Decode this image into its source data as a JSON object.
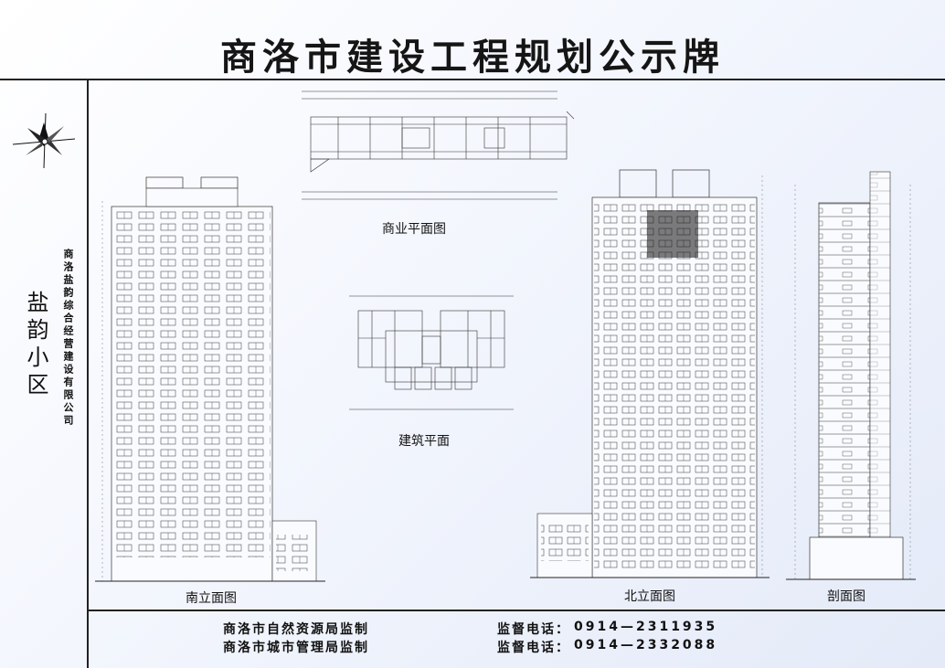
{
  "header": {
    "title": "商洛市建设工程规划公示牌"
  },
  "sidebar": {
    "project_name": "盐韵小区",
    "company_name": "商洛盐韵综合经营建设有限公司"
  },
  "drawings": {
    "commercial_plan_caption": "商业平面图",
    "building_plan_caption": "建筑平面",
    "south_elevation_caption": "南立面图",
    "north_elevation_caption": "北立面图",
    "section_caption": "剖面图"
  },
  "footer": {
    "supervisors": [
      {
        "name": "商洛市自然资源局监制",
        "phone_label": "监督电话：",
        "phone": "0914—2311935"
      },
      {
        "name": "商洛市城市管理局监制",
        "phone_label": "监督电话：",
        "phone": "0914—2332088"
      }
    ]
  }
}
